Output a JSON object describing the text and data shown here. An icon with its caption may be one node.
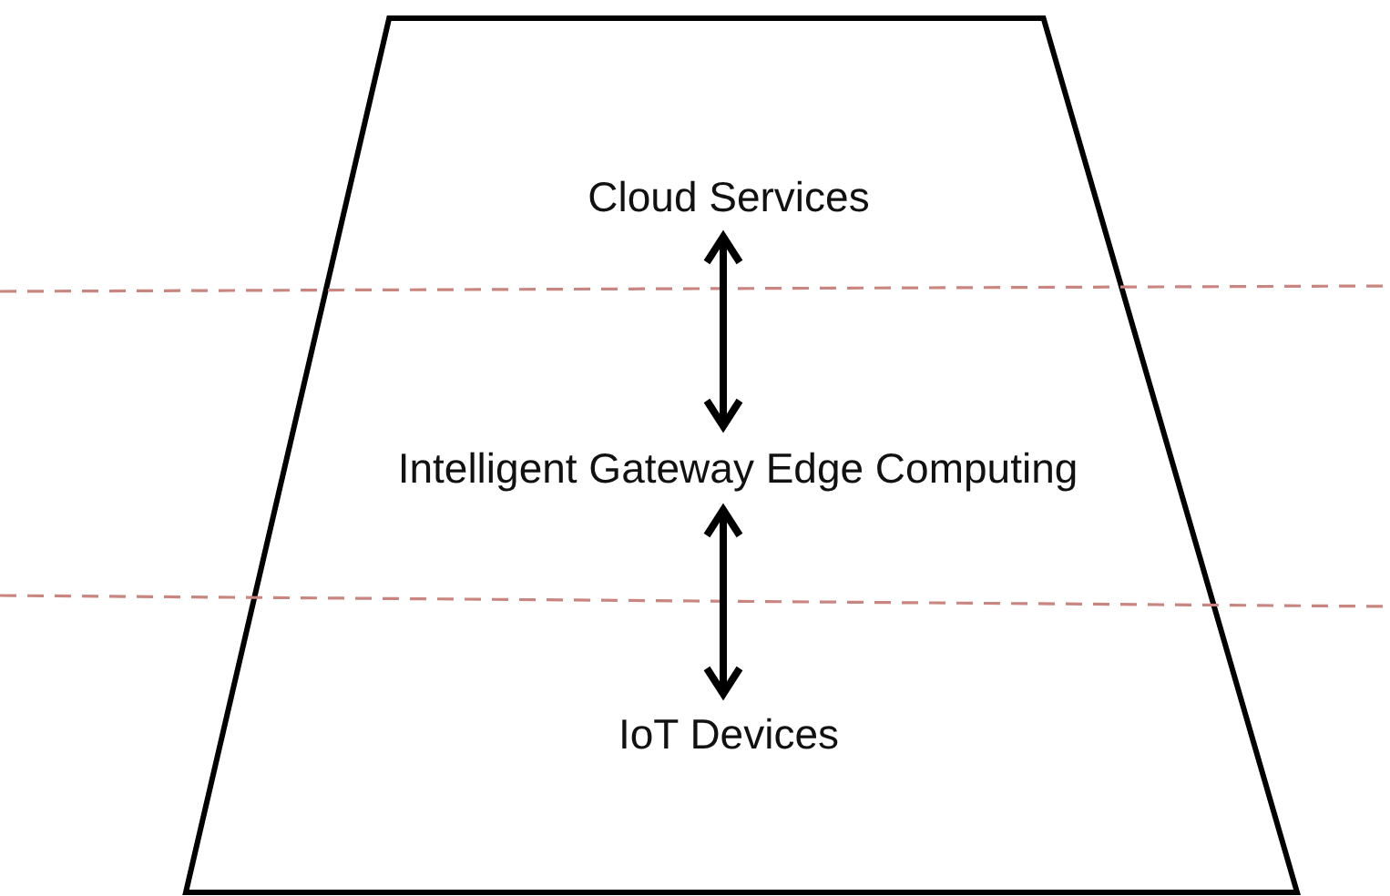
{
  "diagram": {
    "nodes": [
      {
        "text": [],
        "shape": "trapezoid"
      },
      {
        "text": [
          "Cloud Services"
        ],
        "in": 0
      },
      {
        "text": [
          "Intelligent Gateway Edge Computing"
        ],
        "in": 0
      },
      {
        "text": [
          "IoT Devices"
        ],
        "in": 0
      }
    ],
    "edges": [
      {
        "from": 1,
        "to": 2,
        "arrow": "both"
      },
      {
        "from": 2,
        "to": 3,
        "arrow": "both"
      }
    ]
  }
}
